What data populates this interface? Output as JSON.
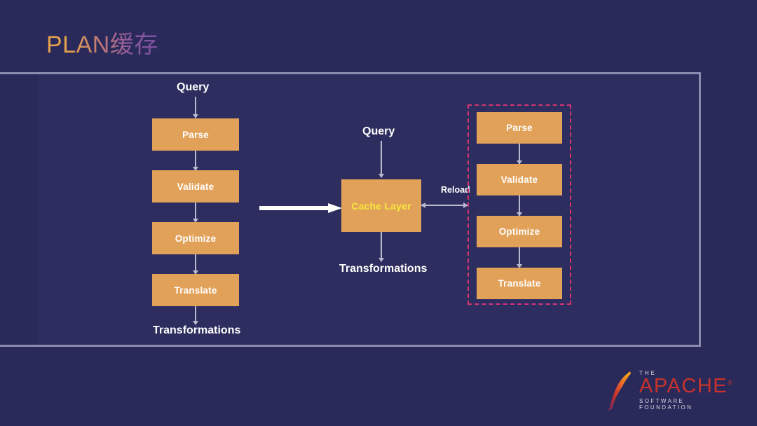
{
  "slide": {
    "title": "PLAN缓存",
    "title_gradient_from": "#e3a04e",
    "title_gradient_to": "#7a4f9e",
    "background_color": "#2a2a5a",
    "box_color": "#e2a158",
    "box_text_color": "#ffffff",
    "cache_text_color": "#f6e73f",
    "dashed_border_color": "#d6356f",
    "frame_color": "#8b8bb0",
    "connector_color": "#b9b9cf"
  },
  "left_flow": {
    "input_label": "Query",
    "output_label": "Transformations",
    "steps": [
      {
        "label": "Parse"
      },
      {
        "label": "Validate"
      },
      {
        "label": "Optimize"
      },
      {
        "label": "Translate"
      }
    ]
  },
  "middle_flow": {
    "input_label": "Query",
    "output_label": "Transformations",
    "node_label": "Cache Layer"
  },
  "reload": {
    "label": "Reload"
  },
  "right_flow": {
    "steps": [
      {
        "label": "Parse"
      },
      {
        "label": "Validate"
      },
      {
        "label": "Optimize"
      },
      {
        "label": "Translate"
      }
    ]
  },
  "logo": {
    "the": "THE",
    "name": "APACHE",
    "registered": "®",
    "tagline": "SOFTWARE FOUNDATION"
  }
}
